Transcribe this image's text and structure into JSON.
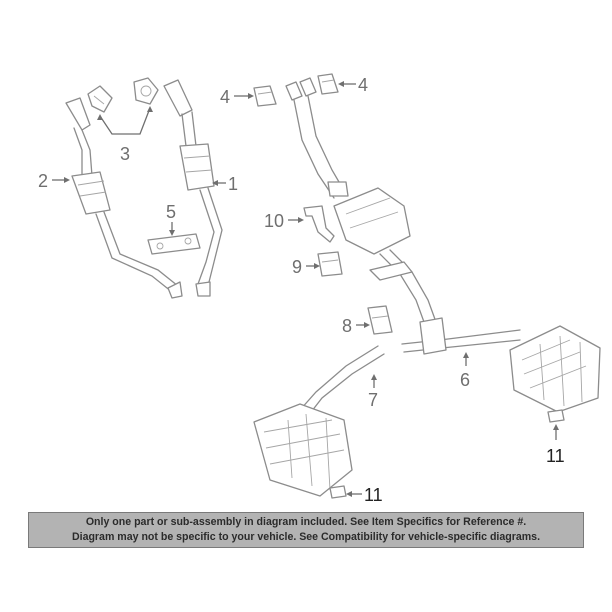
{
  "diagram": {
    "callouts": [
      "1",
      "2",
      "3",
      "4",
      "5",
      "6",
      "7",
      "8",
      "9",
      "10",
      "11"
    ],
    "repeated_callouts": {
      "four": "4",
      "eleven": "11"
    }
  },
  "disclaimer": {
    "line1": "Only one part or sub-assembly in diagram included. See Item Specifics for Reference #.",
    "line2": "Diagram may not be specific to your vehicle. See Compatibility for vehicle-specific diagrams."
  },
  "colors": {
    "line": "#8c8c8c",
    "label": "#6f6f6f",
    "banner_bg": "#b3b3b3",
    "banner_text": "#2b2b2b"
  }
}
